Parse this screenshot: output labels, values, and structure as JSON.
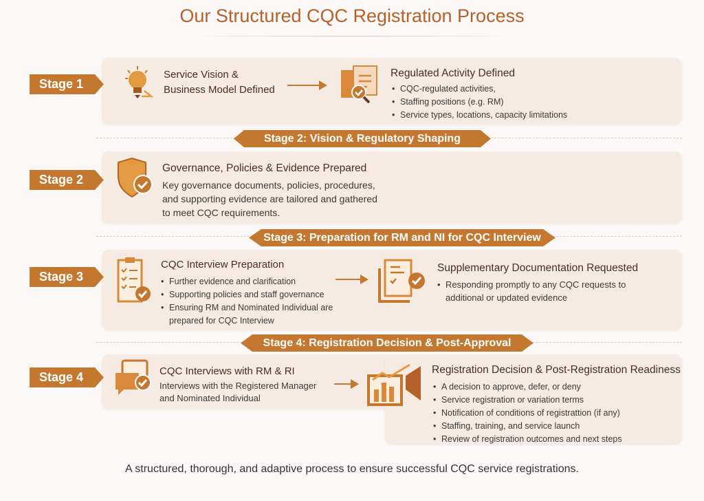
{
  "title": "Our Structured CQC Registration Process",
  "colors": {
    "accent": "#c4782f",
    "title": "#b5622a",
    "panel": "#f5ebe3",
    "background": "#fbf8f7"
  },
  "stages": [
    {
      "badge": "Stage 1",
      "left": {
        "icon": "lightbulb-icon",
        "heading_line1": "Service Vision &",
        "heading_line2": "Business Model Defined"
      },
      "right": {
        "icon": "document-search-icon",
        "heading": "Regulated Activity Defined",
        "bullets": [
          "CQC-regulated activities,",
          "Staffing positions (e.g.  RM)",
          "Service types, locations, capacity  limitations"
        ]
      }
    },
    {
      "banner": "Stage 2: Vision & Regulatory Shaping",
      "badge": "Stage 2",
      "left": {
        "icon": "shield-check-icon",
        "heading": "Governance, Policies & Evidence Prepared",
        "lines": [
          "Key governance documents, policies, procedures,",
          "and supporting evidence are tailored and gathered",
          "to meet CQC requirements."
        ]
      }
    },
    {
      "banner": "Stage 3: Preparation for RM and NI for CQC Interview",
      "badge": "Stage 3",
      "left": {
        "icon": "clipboard-check-icon",
        "heading": "CQC Interview Preparation",
        "bullets": [
          "Further evidence and clarification",
          "Supporting policies and staff governance",
          "Ensuring RM and Nominated Individual are prepared for CQC Interview"
        ]
      },
      "right": {
        "icon": "documents-check-icon",
        "heading": "Supplementary Documentation Requested",
        "bullets": [
          "Responding promptly to any CQC requests to additional or updated evidence"
        ]
      }
    },
    {
      "banner": "Stage 4: Registration Decision & Post-Approval",
      "badge": "Stage 4",
      "left": {
        "icon": "chat-check-icon",
        "heading": "CQC Interviews with RM & RI",
        "lines": [
          "Interviews with the Registered Manager",
          "and Nominated Individual"
        ]
      },
      "right": {
        "icon": "growth-chart-icon",
        "heading": "Registration Decision & Post-Registration Readiness",
        "bullets": [
          "A decision to approve, defer, or deny",
          "Service registration or variation terms",
          "Notification of conditions of registrattion  (if any)",
          "Staffing, training, and service launch",
          "Review of registration outcomes and next steps"
        ]
      }
    }
  ],
  "footer": "A structured, thorough, and adaptive process to ensure successful CQC service registrations."
}
